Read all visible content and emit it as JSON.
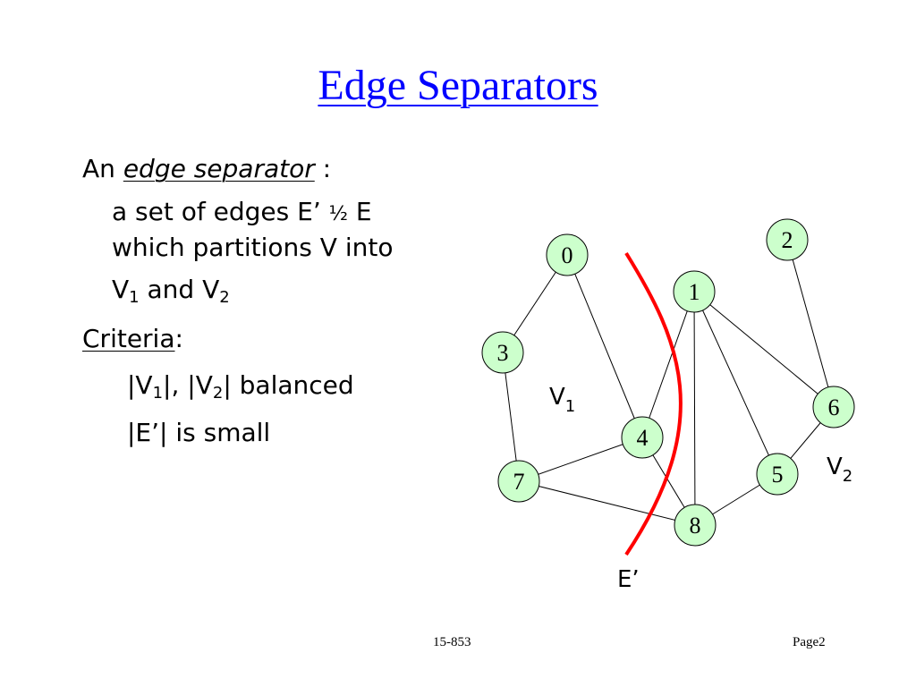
{
  "slide": {
    "title": "Edge Separators",
    "definition": {
      "intro_prefix": "An ",
      "term": "edge separator",
      "intro_suffix": " :",
      "line2_a": "a set of edges E’ ",
      "line2_sym": "½",
      "line2_b": " E",
      "line3": "which partitions V into",
      "line4_v": "V",
      "line4_sub1": "1",
      "line4_mid": " and V",
      "line4_sub2": "2"
    },
    "criteria": {
      "label": "Criteria",
      "colon": ":",
      "item1_a": "|V",
      "item1_sub1": "1",
      "item1_b": "|, |V",
      "item1_sub2": "2",
      "item1_c": "| balanced",
      "item2": "|E’| is small"
    },
    "footer": {
      "left": "15-853",
      "right": "Page2"
    }
  },
  "graph": {
    "node_fill": "#ccffcc",
    "node_stroke": "#000000",
    "separator_color": "#ff0000",
    "nodes": [
      {
        "id": "0",
        "label": "0"
      },
      {
        "id": "1",
        "label": "1"
      },
      {
        "id": "2",
        "label": "2"
      },
      {
        "id": "3",
        "label": "3"
      },
      {
        "id": "4",
        "label": "4"
      },
      {
        "id": "5",
        "label": "5"
      },
      {
        "id": "6",
        "label": "6"
      },
      {
        "id": "7",
        "label": "7"
      },
      {
        "id": "8",
        "label": "8"
      }
    ],
    "edges": [
      [
        "0",
        "3"
      ],
      [
        "0",
        "4"
      ],
      [
        "3",
        "7"
      ],
      [
        "7",
        "4"
      ],
      [
        "7",
        "8"
      ],
      [
        "4",
        "8"
      ],
      [
        "4",
        "1"
      ],
      [
        "1",
        "8"
      ],
      [
        "1",
        "5"
      ],
      [
        "1",
        "6"
      ],
      [
        "2",
        "6"
      ],
      [
        "6",
        "5"
      ],
      [
        "5",
        "8"
      ]
    ],
    "labels": {
      "v1_main": "V",
      "v1_sub": "1",
      "v2_main": "V",
      "v2_sub": "2",
      "separator": "E’"
    }
  }
}
